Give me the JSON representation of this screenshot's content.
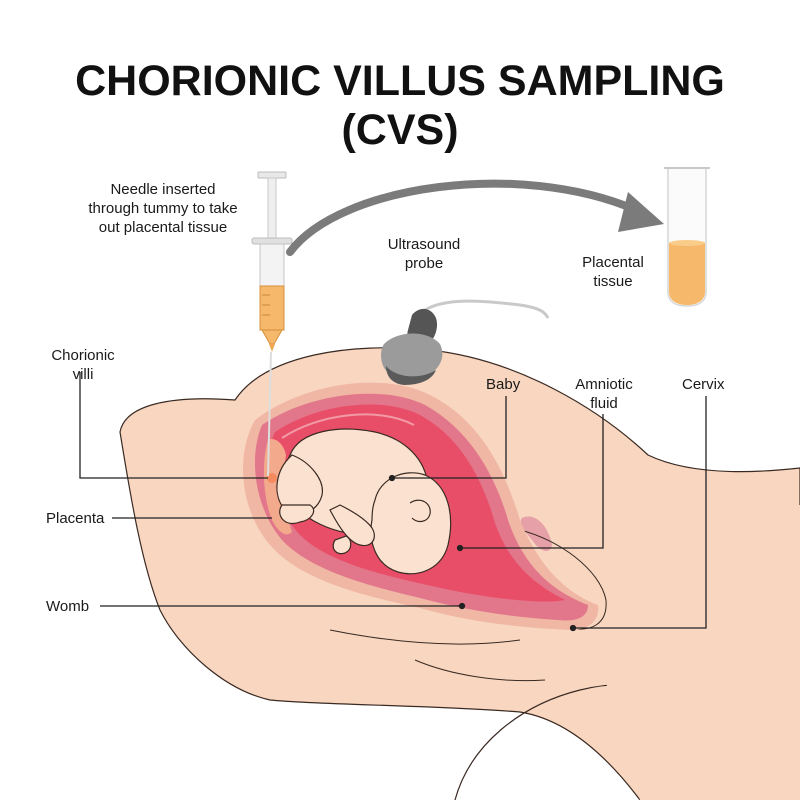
{
  "title": {
    "line1": "CHORIONIC VILLUS SAMPLING",
    "line2": "(CVS)"
  },
  "labels": {
    "needle": [
      "Needle inserted",
      "through tummy to take",
      "out placental tissue"
    ],
    "ultrasound": [
      "Ultrasound",
      "probe"
    ],
    "placental_tissue": [
      "Placental",
      "tissue"
    ],
    "chorionic_villi": [
      "Chorionic",
      "villi"
    ],
    "baby": "Baby",
    "amniotic_fluid": [
      "Amniotic",
      "fluid"
    ],
    "cervix": "Cervix",
    "placenta": "Placenta",
    "womb": "Womb"
  },
  "colors": {
    "skin": "#f8d6c0",
    "skin_outline": "#3a2a22",
    "womb_outer": "#f0b7a4",
    "womb_wall": "#e2768b",
    "amniotic": "#e94e68",
    "placenta": "#f3a98c",
    "baby_skin": "#fbe1cf",
    "arrow": "#7b7b7b",
    "probe": "#555555",
    "syringe_fluid": "#f6b86a",
    "tube_fluid": "#f6b86a"
  }
}
